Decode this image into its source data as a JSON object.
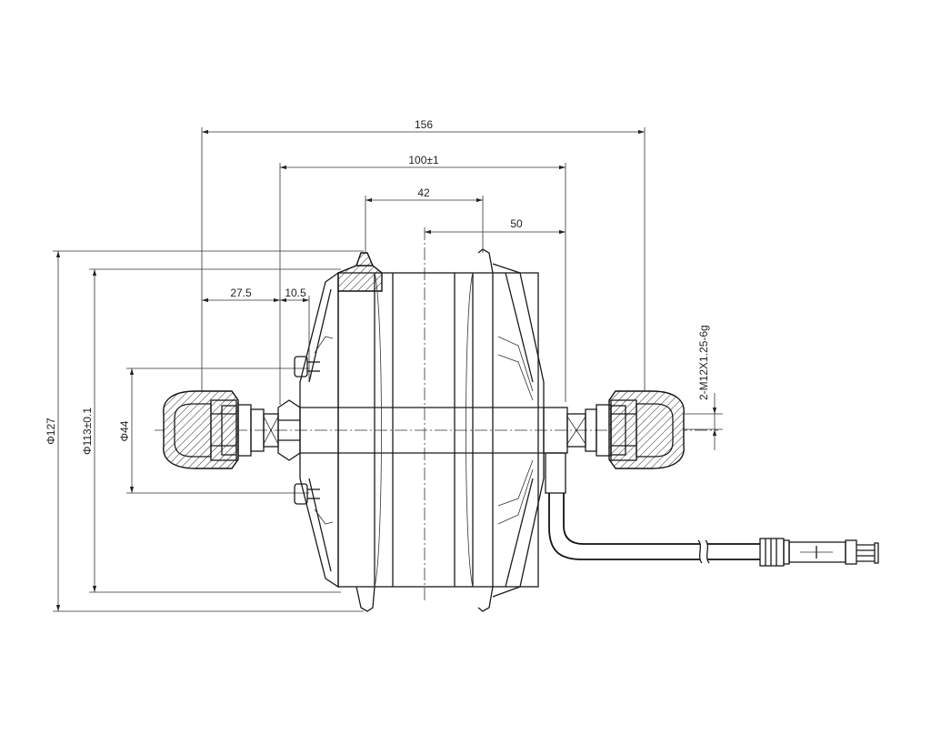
{
  "drawing": {
    "dimensions": {
      "overall_width": "156",
      "flange_width": "100±1",
      "hub_width": "42",
      "half_width": "50",
      "left_axle": "27.5",
      "left_spacer": "10.5",
      "thread": "2-M12X1.25-6g",
      "dia_outer": "Φ127",
      "dia_rim": "Φ113±0.1",
      "dia_inner": "Φ44"
    }
  }
}
